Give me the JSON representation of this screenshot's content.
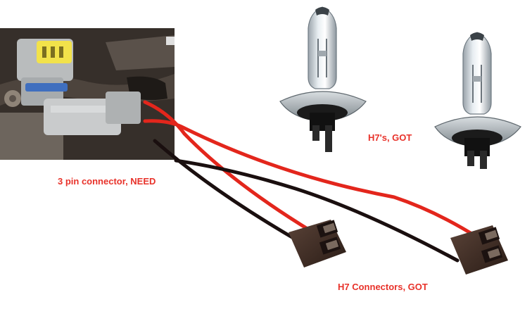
{
  "labels": {
    "connector_need": "3 pin connector, NEED",
    "bulbs_got": "H7's, GOT",
    "connectors_got": "H7 Connectors, GOT"
  },
  "colors": {
    "label_red": "#e8322a",
    "wire_red": "#e3261c",
    "wire_black": "#1a0f0f",
    "connector_yellow": "#f2e24a",
    "h7_plug_body": "#3b2a22"
  },
  "icons": {
    "photo": "engine-bay-connector-photo",
    "bulb": "h7-bulb",
    "plug": "h7-connector-plug"
  }
}
